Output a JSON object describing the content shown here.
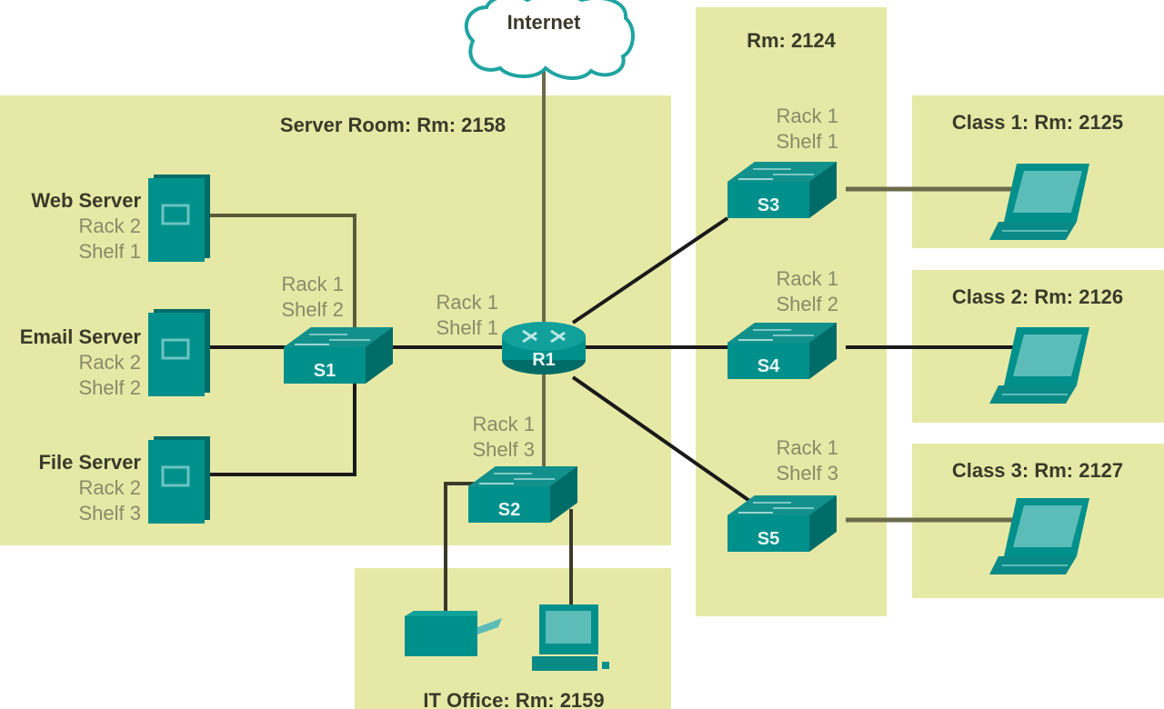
{
  "diagram": {
    "title": "Network Topology",
    "colors": {
      "room_fill": "#e6e9a6",
      "device_teal": "#00908c",
      "device_dark": "#006c68",
      "device_light": "#5cbcb8",
      "cable_dark": "#1a1a1a",
      "cable_olive": "#6b6b4a",
      "cloud_stroke": "#1fa3a0",
      "label_gray": "#8a8a6a",
      "label_dark": "#3a3a2a"
    },
    "cloud": {
      "label": "Internet"
    },
    "rooms": {
      "server_room": "Server Room: Rm: 2158",
      "rm_2124": "Rm: 2124",
      "class1": "Class 1: Rm: 2125",
      "class2": "Class 2: Rm: 2126",
      "class3": "Class 3: Rm: 2127",
      "it_office": "IT Office: Rm: 2159"
    },
    "servers": [
      {
        "name": "Web Server",
        "rack": "Rack 2",
        "shelf": "Shelf 1"
      },
      {
        "name": "Email Server",
        "rack": "Rack 2",
        "shelf": "Shelf 2"
      },
      {
        "name": "File Server",
        "rack": "Rack 2",
        "shelf": "Shelf 3"
      }
    ],
    "router": {
      "name": "R1",
      "rack": "Rack 1",
      "shelf": "Shelf 1"
    },
    "switches": {
      "S1": {
        "name": "S1",
        "rack": "Rack 1",
        "shelf": "Shelf 2"
      },
      "S2": {
        "name": "S2",
        "rack": "Rack 1",
        "shelf": "Shelf 3"
      },
      "S3": {
        "name": "S3",
        "rack": "Rack 1",
        "shelf": "Shelf 1"
      },
      "S4": {
        "name": "S4",
        "rack": "Rack 1",
        "shelf": "Shelf 2"
      },
      "S5": {
        "name": "S5",
        "rack": "Rack 1",
        "shelf": "Shelf 3"
      }
    },
    "endpoints": {
      "printer": "printer-icon",
      "desktop": "desktop-pc-icon",
      "laptop": "laptop-icon"
    }
  }
}
